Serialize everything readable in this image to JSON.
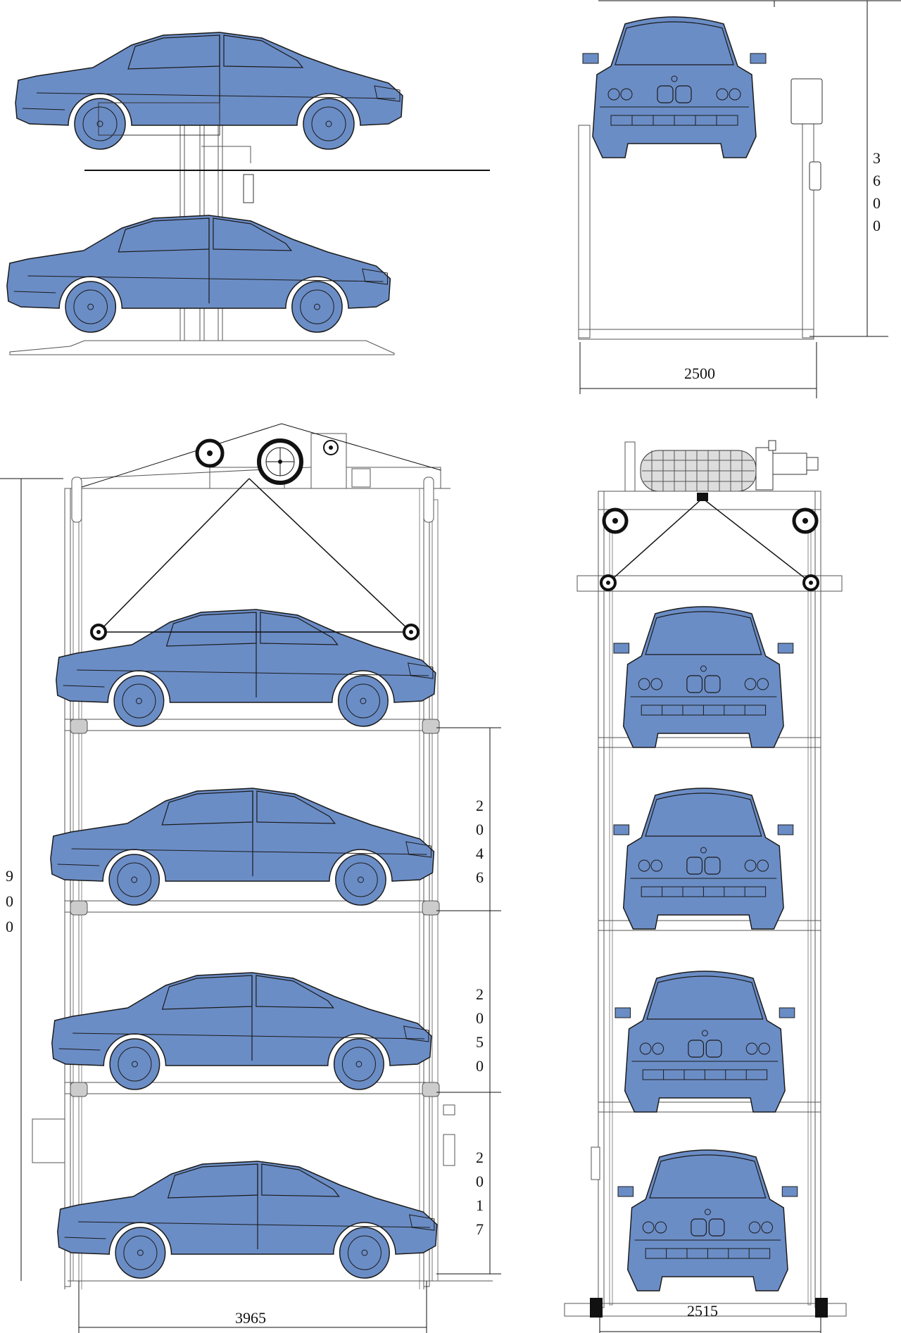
{
  "colors": {
    "car_fill": "#6b8dc6",
    "line": "#1a1a1a",
    "frame": "#555555",
    "background": "#ffffff"
  },
  "dimensions": {
    "top_view_height": "3600",
    "top_view_width": "2500",
    "tower_total_height_partial": "900",
    "level_1_height": "2046",
    "level_2_height": "2050",
    "level_3_height": "2017",
    "tower_length": "3965",
    "tower_width": "2515"
  },
  "icons": {
    "car_side": "car-side-icon",
    "car_front": "car-front-icon",
    "pulley": "pulley-icon",
    "motor": "motor-icon"
  }
}
